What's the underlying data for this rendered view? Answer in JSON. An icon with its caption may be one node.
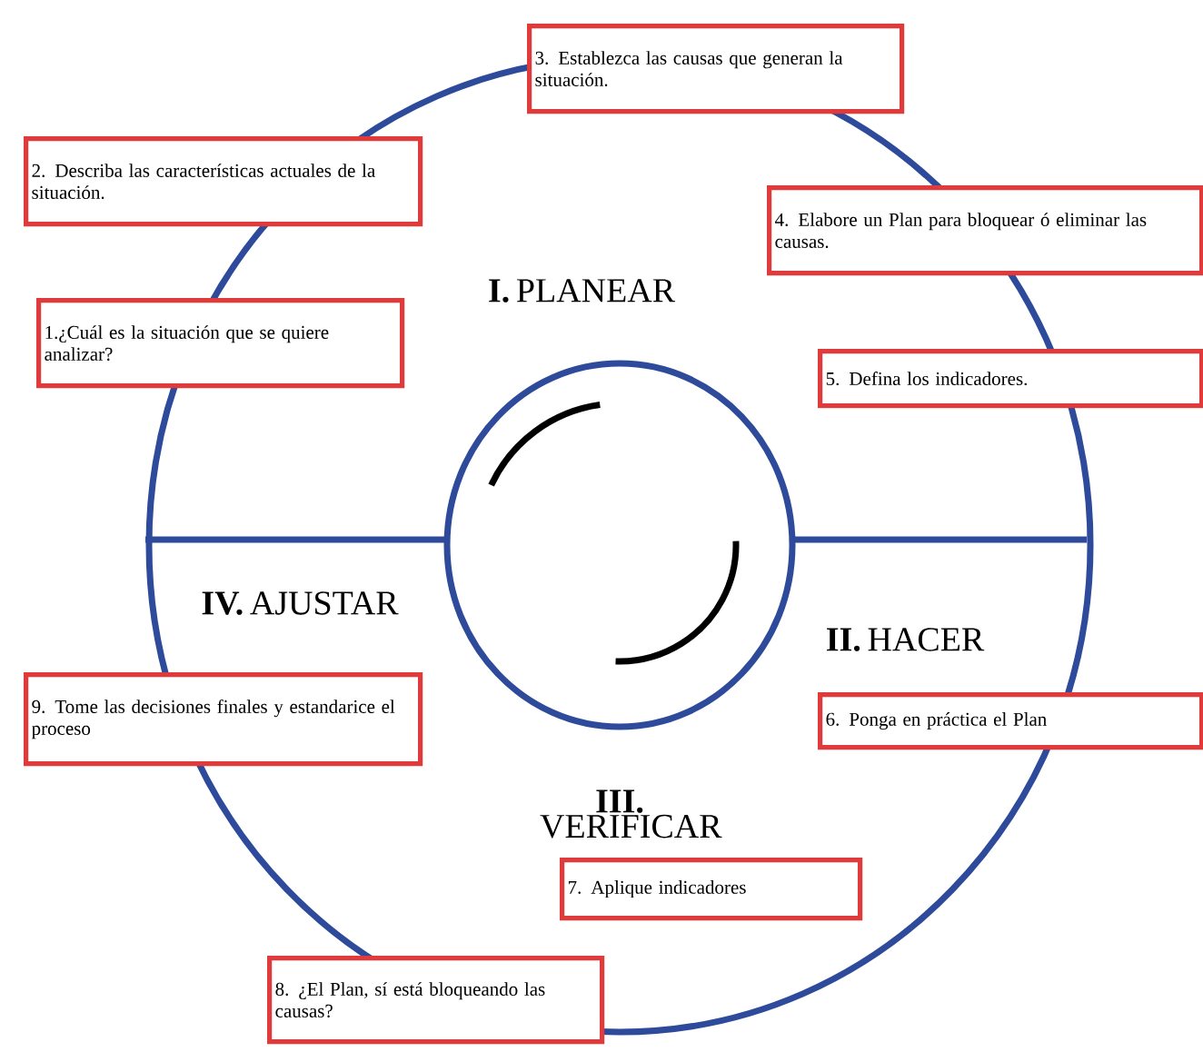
{
  "diagram": {
    "nodes": [
      {
        "text": [
          "3. Establezca las causas que generan la situación."
        ]
      },
      {
        "text": [
          "2. Describa las características actuales de la situación."
        ]
      },
      {
        "text": [
          "4. Elabore un Plan para bloquear ó eliminar las causas."
        ]
      },
      {
        "text": [
          "1.¿Cuál es la situación que se quiere analizar?"
        ]
      },
      {
        "text": [
          "5. Defina los indicadores."
        ]
      },
      {
        "text": [
          "9. Tome las decisiones finales y estandarice el proceso"
        ]
      },
      {
        "text": [
          "6. Ponga en práctica el Plan"
        ]
      },
      {
        "text": [
          "7. Aplique indicadores"
        ]
      },
      {
        "text": [
          "8. ¿El Plan, sí está bloqueando las causas?"
        ]
      }
    ],
    "labels": [
      "**I.** PLANEAR",
      "**IV.** AJUSTAR",
      "**II.** HACER",
      "**III.** VERIFICAR"
    ]
  }
}
